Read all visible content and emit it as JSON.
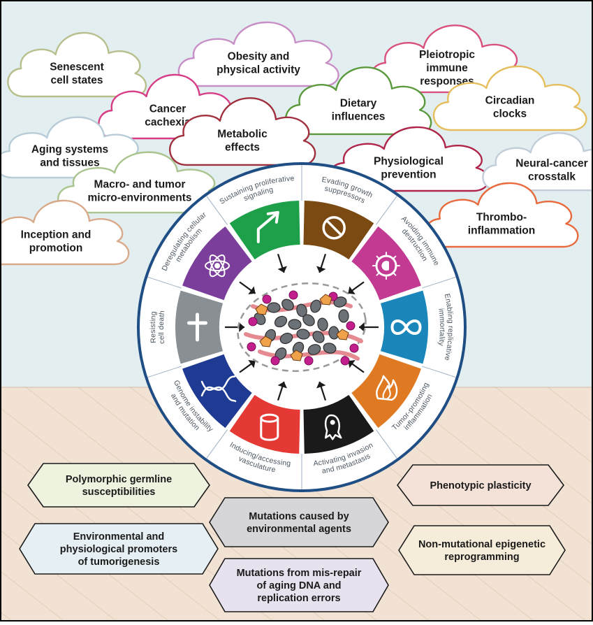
{
  "clouds": [
    {
      "lines": [
        "Senescent",
        "cell states"
      ],
      "color": "#b7bf8c"
    },
    {
      "lines": [
        "Obesity and",
        "physical activity"
      ],
      "color": "#c88fc6"
    },
    {
      "lines": [
        "Pleiotropic",
        "immune",
        "responses"
      ],
      "color": "#d8507c"
    },
    {
      "lines": [
        "Cancer",
        "cachexia"
      ],
      "color": "#d63d86"
    },
    {
      "lines": [
        "Dietary",
        "influences"
      ],
      "color": "#5a9a3c"
    },
    {
      "lines": [
        "Circadian",
        "clocks"
      ],
      "color": "#e5bf5e"
    },
    {
      "lines": [
        "Metabolic",
        "effects"
      ],
      "color": "#a0303d"
    },
    {
      "lines": [
        "Aging systems",
        "and tissues"
      ],
      "color": "#b8ccd8"
    },
    {
      "lines": [
        "Physiological",
        "prevention"
      ],
      "color": "#b0254a"
    },
    {
      "lines": [
        "Neural-cancer",
        "crosstalk"
      ],
      "color": "#c2cdd8"
    },
    {
      "lines": [
        "Macro- and tumor",
        "micro-environments"
      ],
      "color": "#a9c48e"
    },
    {
      "lines": [
        "Thrombo-",
        "inflammation"
      ],
      "color": "#e86a3c"
    },
    {
      "lines": [
        "Inception and",
        "promotion"
      ],
      "color": "#d9aa8a"
    }
  ],
  "hallmarks": [
    {
      "label_lines": [
        "Sustaining proliferative",
        "signaling"
      ],
      "icon": "arrow-icon",
      "color": "#1ea04a"
    },
    {
      "label_lines": [
        "Evading growth",
        "suppressors"
      ],
      "icon": "no-entry-icon",
      "color": "#7b4a12"
    },
    {
      "label_lines": [
        "Avoiding immune",
        "destruction"
      ],
      "icon": "immune-cell-icon",
      "color": "#c23a92"
    },
    {
      "label_lines": [
        "Enabling replicative",
        "immortality"
      ],
      "icon": "infinity-icon",
      "color": "#1a86ba"
    },
    {
      "label_lines": [
        "Tumor-promoting",
        "inflammation"
      ],
      "icon": "flame-icon",
      "color": "#e07a22"
    },
    {
      "label_lines": [
        "Activating invasion",
        "and metastasis"
      ],
      "icon": "migrating-cell-icon",
      "color": "#1a1a1a"
    },
    {
      "label_lines": [
        "Inducing/accessing",
        "vasculature"
      ],
      "icon": "vessel-icon",
      "color": "#e53935"
    },
    {
      "label_lines": [
        "Genome instability",
        "and mutation"
      ],
      "icon": "dna-icon",
      "color": "#1f3a93"
    },
    {
      "label_lines": [
        "Resisting",
        "cell death"
      ],
      "icon": "cross-icon",
      "color": "#8a8f94"
    },
    {
      "label_lines": [
        "Deregulating cellular",
        "metabolism"
      ],
      "icon": "atom-icon",
      "color": "#7b3f9b"
    }
  ],
  "hexagons": [
    {
      "lines": [
        "Polymorphic germline",
        "susceptibilities"
      ],
      "fill": "#eef3df"
    },
    {
      "lines": [
        "Phenotypic plasticity"
      ],
      "fill": "#f4e2d8"
    },
    {
      "lines": [
        "Mutations caused by",
        "environmental agents"
      ],
      "fill": "#d6d6d9"
    },
    {
      "lines": [
        "Environmental and",
        "physiological promoters",
        "of tumorigenesis"
      ],
      "fill": "#e6f0f4"
    },
    {
      "lines": [
        "Non-mutational epigenetic",
        "reprogramming"
      ],
      "fill": "#f5ecd9"
    },
    {
      "lines": [
        "Mutations from mis-repair",
        "of aging DNA and",
        "replication errors"
      ],
      "fill": "#e8e2ef"
    }
  ],
  "colors": {
    "sky": "#e3eef0",
    "ground": "#f1e2d4",
    "ground_stripe": "#e2cdbb",
    "ring": "#1f4e85",
    "ring_inner": "#ffffff"
  }
}
